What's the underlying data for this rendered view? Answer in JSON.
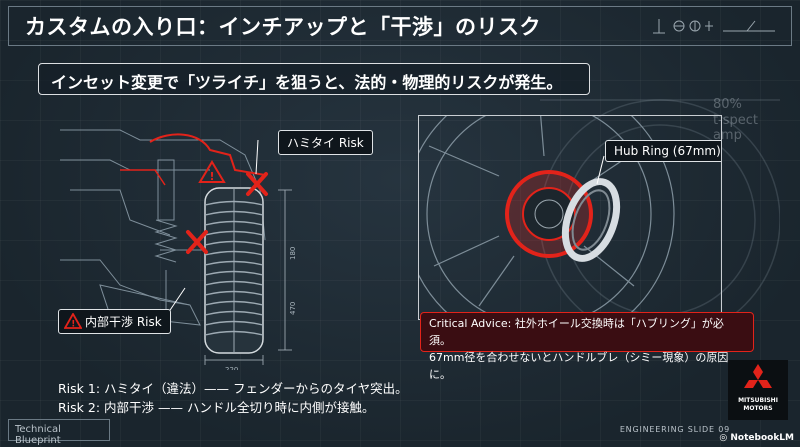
{
  "title": "カスタムの入り口：インチアップと「干渉」のリスク",
  "subtitle": "インセット変更で「ツライチ」を狙うと、法的・物理的リスクが発生。",
  "background_text": [
    "80%",
    "t-spect",
    "amp"
  ],
  "left_diagram": {
    "hamitai_label": "ハミタイ Risk",
    "naibu_label": "内部干渉 Risk",
    "dim_labels": [
      "180",
      "470",
      "220"
    ]
  },
  "right_diagram": {
    "hub_ring_label": "Hub Ring (67mm)"
  },
  "critical_advice": {
    "line1": "Critical Advice: 社外ホイール交換時は「ハブリング」が必須。",
    "line2": "67mm径を合わせないとハンドルブレ（シミー現象）の原因に。"
  },
  "risks": [
    "Risk 1: ハミタイ（違法）—— フェンダーからのタイヤ突出。",
    "Risk 2: 内部干渉 —— ハンドル全切り時に内側が接触。"
  ],
  "footer": {
    "left": "Technical Blueprint",
    "right": "ENGINEERING SLIDE 09",
    "notebook": "NotebookLM"
  },
  "logo": {
    "line1": "MITSUBISHI",
    "line2": "MOTORS"
  },
  "colors": {
    "background": "#1b2730",
    "accent_red": "#e2231a",
    "line": "#c9ced3"
  }
}
